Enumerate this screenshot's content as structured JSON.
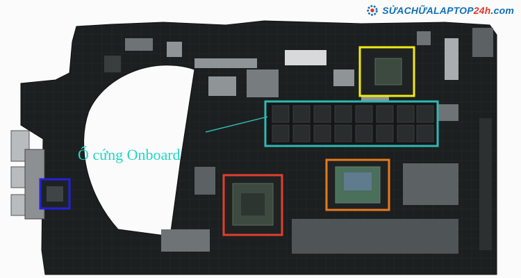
{
  "brand": {
    "name_main": "SỬACHỮALAPTOP",
    "name_accent": "24h",
    "name_suffix": ".com"
  },
  "annotation": {
    "label": "Ổ cứng Onboard"
  },
  "colors": {
    "board": "#1c1f1f",
    "highlight_cyan": "#2fb8b3",
    "highlight_yellow": "#f2ea12",
    "highlight_orange": "#e87a1e",
    "highlight_red": "#e0402e",
    "highlight_blue": "#2222dd",
    "brand_blue": "#0f6fb8",
    "brand_red": "#e0352b"
  },
  "icons": {
    "brand": "gear-logo-icon"
  }
}
